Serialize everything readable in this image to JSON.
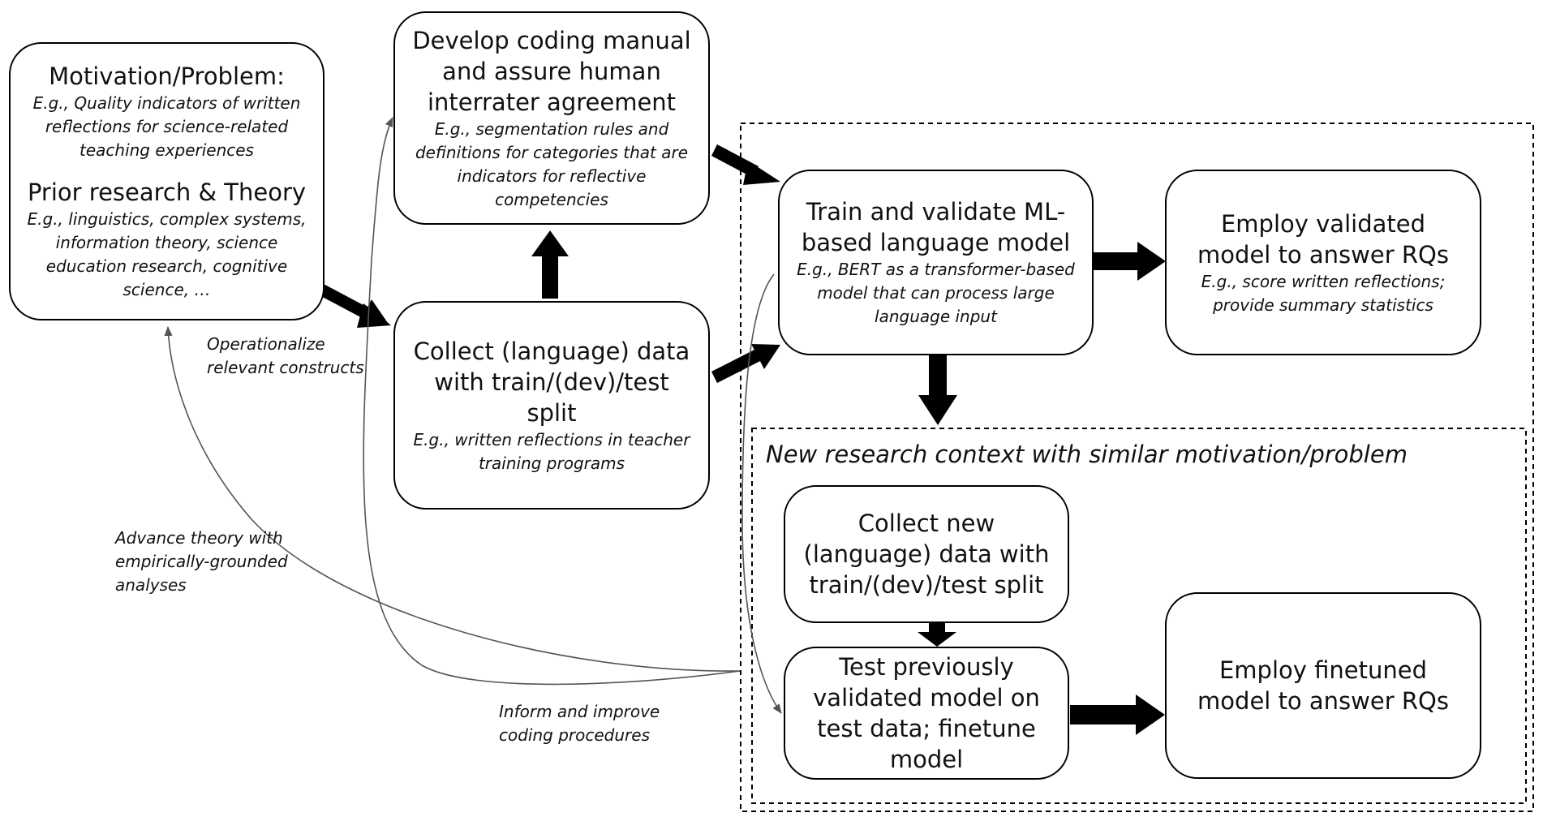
{
  "boxes": {
    "motivation": {
      "title": "Motivation/Problem:",
      "example": "E.g., Quality indicators of written reflections for science-related teaching experiences",
      "title2": "Prior research & Theory",
      "example2": "E.g., linguistics, complex systems, information theory, science education research, cognitive science, …"
    },
    "coding_manual": {
      "title": "Develop coding manual and assure human interrater agreement",
      "example": "E.g., segmentation rules and definitions for categories that are indicators for reflective competencies"
    },
    "collect": {
      "title": "Collect (language) data with train/(dev)/test split",
      "example": "E.g., written reflections in teacher training programs"
    },
    "train": {
      "title": "Train and validate ML-based language model",
      "example": "E.g., BERT as a transformer-based model that can process large language input"
    },
    "employ": {
      "title": "Employ validated model to answer RQs",
      "example": "E.g., score written reflections; provide summary statistics"
    },
    "collect_new": {
      "title": "Collect new (language) data with train/(dev)/test split"
    },
    "test_prev": {
      "title": "Test previously validated model on test data; finetune model"
    },
    "employ_finetuned": {
      "title": "Employ finetuned model to answer RQs"
    }
  },
  "context_label": "New research context with similar motivation/problem",
  "edge_labels": {
    "operationalize": "Operationalize relevant constructs",
    "advance": "Advance theory with empirically-grounded analyses",
    "inform": "Inform and improve coding procedures"
  }
}
